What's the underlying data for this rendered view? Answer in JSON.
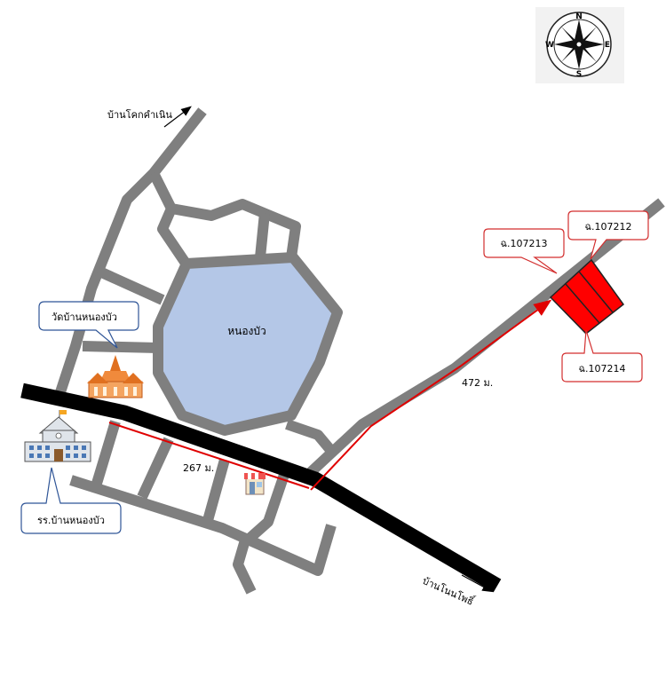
{
  "map": {
    "lake_label": "หนองบัว",
    "road_labels": {
      "north": "บ้านโคกคำเนิน",
      "southeast": "บ้านโนนโพธิ์"
    },
    "distances": {
      "to_shop": "267 ม.",
      "to_plots": "472 ม."
    },
    "callouts": {
      "temple": "วัดบ้านหนองบัว",
      "school": "รร.บ้านหนองบัว",
      "plot_a": "ฉ.107213",
      "plot_b": "ฉ.107212",
      "plot_c": "ฉ.107214"
    },
    "compass": {
      "north": "N",
      "south": "S",
      "east": "E",
      "west": "W"
    }
  },
  "colors": {
    "road": "#7f7f7f",
    "highway": "#000000",
    "lake": "#b4c7e7",
    "route": "#e00000",
    "plot": "#ff0000",
    "callout_border_red": "#d32f2f",
    "callout_border_blue": "#2f5597"
  },
  "icons": [
    "compass-rose-icon",
    "temple-icon",
    "school-icon",
    "shop-icon",
    "arrow-icon"
  ]
}
